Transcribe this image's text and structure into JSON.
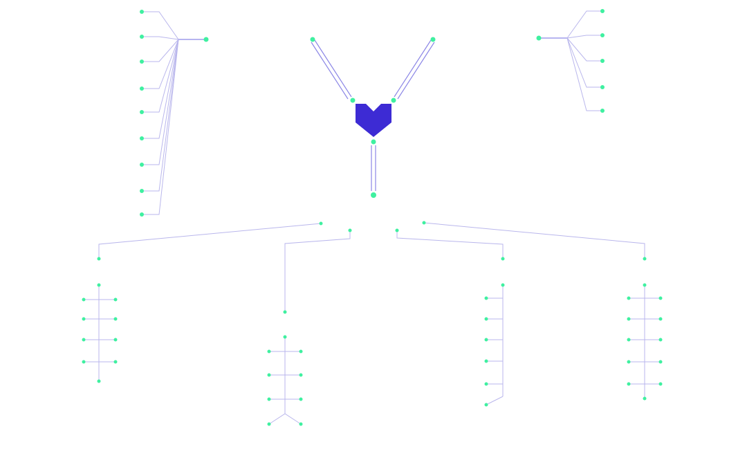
{
  "colors": {
    "background": "#ffffff",
    "node": "#3ff0a0",
    "line": "#b9b6ec",
    "line_strong": "#8b86e6",
    "logo": "#3d2bd4"
  },
  "center": {
    "icon": "heart-logo-icon"
  },
  "branches": [
    "top-left-fan",
    "top-center-left-spoke",
    "top-center-right-spoke",
    "top-right-fan",
    "bottom-down-spoke",
    "bottom-left-tree",
    "bottom-center-left-tree",
    "bottom-center-right-tree",
    "bottom-right-tree"
  ]
}
